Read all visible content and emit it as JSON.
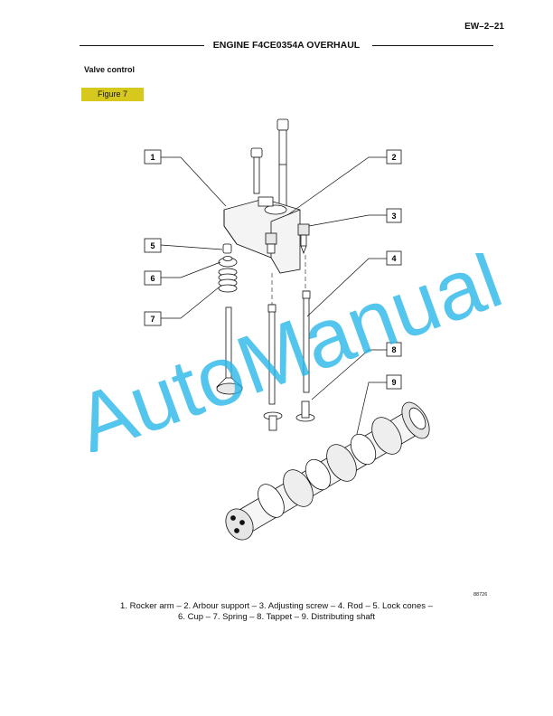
{
  "header": {
    "page_number": "EW–2–21",
    "title": "ENGINE F4CE0354A OVERHAUL"
  },
  "section": {
    "title": "Valve control"
  },
  "figure": {
    "label": "Figure 7"
  },
  "diagram": {
    "callouts": [
      {
        "id": "callout-1",
        "number": "1"
      },
      {
        "id": "callout-2",
        "number": "2"
      },
      {
        "id": "callout-3",
        "number": "3"
      },
      {
        "id": "callout-4",
        "number": "4"
      },
      {
        "id": "callout-5",
        "number": "5"
      },
      {
        "id": "callout-6",
        "number": "6"
      },
      {
        "id": "callout-7",
        "number": "7"
      },
      {
        "id": "callout-8",
        "number": "8"
      },
      {
        "id": "callout-9",
        "number": "9"
      }
    ],
    "reference_code": "88726"
  },
  "caption": {
    "line1": "1. Rocker arm – 2. Arbour support – 3. Adjusting screw – 4. Rod – 5. Lock cones –",
    "line2": "6. Cup – 7. Spring – 8. Tappet – 9. Distributing shaft"
  },
  "watermark": {
    "text": "AutoManual",
    "color": "#29b6e8"
  },
  "colors": {
    "figure_tag_bg": "#d6c81c"
  }
}
